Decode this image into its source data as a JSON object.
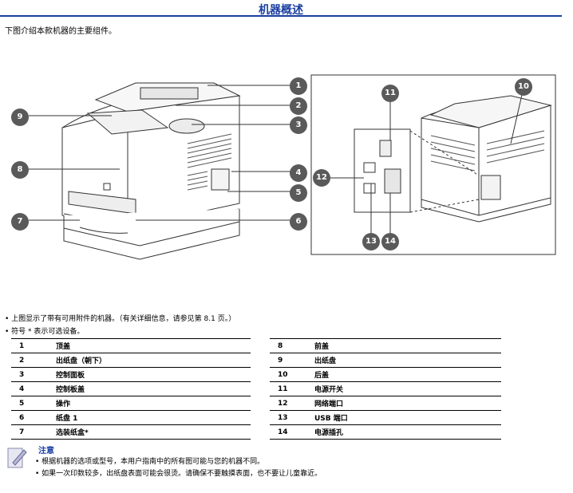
{
  "page": {
    "title": "机器概述",
    "intro": "下图介绍本款机器的主要组件。"
  },
  "figure": {
    "callouts": [
      "1",
      "2",
      "3",
      "4",
      "5",
      "6",
      "7",
      "8",
      "9",
      "10",
      "11",
      "12",
      "13",
      "14"
    ]
  },
  "bullets": [
    "• 上图显示了带有可用附件的机器。（有关详细信息，请参见第 8.1 页。）",
    "• 符号 * 表示可选设备。"
  ],
  "parts": {
    "left": [
      {
        "num": "1",
        "label": "顶盖"
      },
      {
        "num": "2",
        "label": "出纸盘（朝下）"
      },
      {
        "num": "3",
        "label": "控制面板"
      },
      {
        "num": "4",
        "label": "控制板盖"
      },
      {
        "num": "5",
        "label": "操作"
      },
      {
        "num": "6",
        "label": "纸盘 1"
      },
      {
        "num": "7",
        "label": "选装纸盒*"
      }
    ],
    "right": [
      {
        "num": "8",
        "label": "前盖"
      },
      {
        "num": "9",
        "label": "出纸盘"
      },
      {
        "num": "10",
        "label": "后盖"
      },
      {
        "num": "11",
        "label": "电源开关"
      },
      {
        "num": "12",
        "label": "网络端口"
      },
      {
        "num": "13",
        "label": "USB 端口"
      },
      {
        "num": "14",
        "label": "电源插孔"
      }
    ]
  },
  "note": {
    "heading": "注意",
    "lines": [
      "• 根据机器的选项或型号，本用户指南中的所有图可能与您的机器不同。",
      "• 如果一次印数较多，出纸盘表面可能会很烫。请确保不要触摸表面，也不要让儿童靠近。"
    ]
  }
}
